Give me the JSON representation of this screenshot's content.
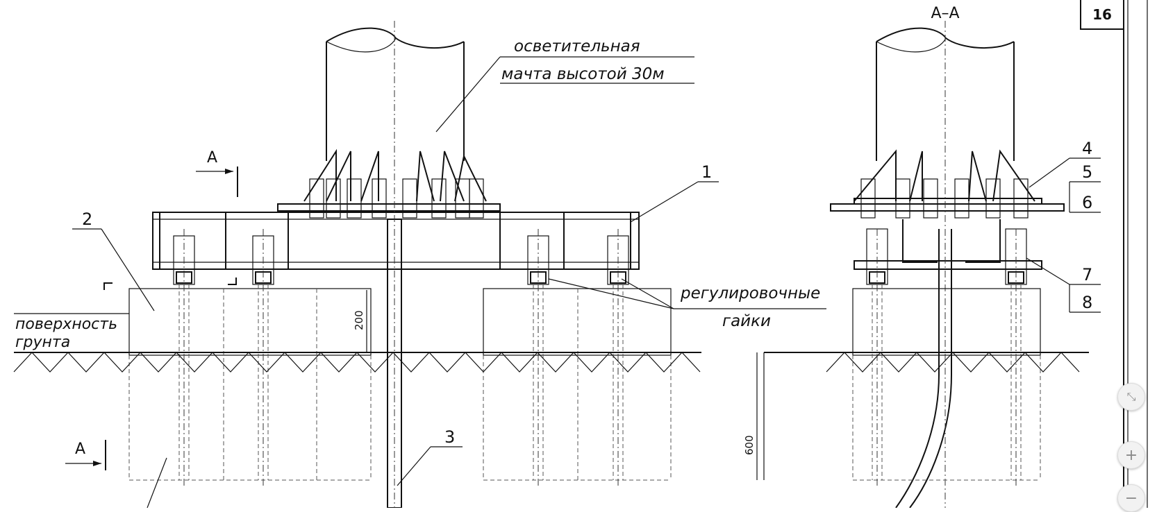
{
  "sheet": {
    "number": "16"
  },
  "section": {
    "title": "А–А"
  },
  "labels": {
    "mast_line1": "осветительная",
    "mast_line2": "мачта высотой 30м",
    "adjust_line1": "регулировочные",
    "adjust_line2": "гайки",
    "ground_line1": "поверхность",
    "ground_line2": "грунта",
    "section_mark": "А"
  },
  "callouts": [
    "1",
    "2",
    "3",
    "4",
    "5",
    "6",
    "7",
    "8"
  ],
  "dimensions": {
    "d200": "200",
    "d600": "600"
  },
  "controls": {
    "collapse": "⤡",
    "zoom_in": "+",
    "zoom_out": "−"
  }
}
